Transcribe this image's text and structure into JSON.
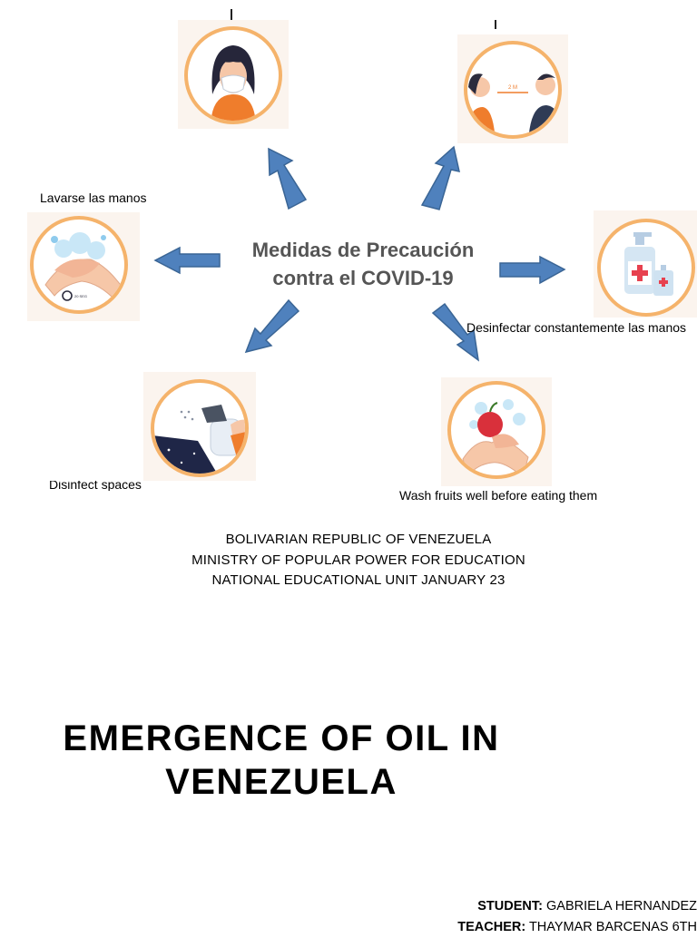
{
  "infographic": {
    "title_line1": "Medidas de Precaución",
    "title_line2": "contra el COVID-19",
    "items": [
      {
        "label": "",
        "icon": "face-mask-icon"
      },
      {
        "label": "",
        "icon": "social-distance-icon",
        "distance_text": "2 M"
      },
      {
        "label": "Lavarse las manos",
        "icon": "hand-washing-icon",
        "timer_text": "20 SEG"
      },
      {
        "label": "Desinfectar constantemente las manos",
        "icon": "hand-sanitizer-icon"
      },
      {
        "label": "Disinfect spaces",
        "icon": "spray-bottle-icon"
      },
      {
        "label": "Wash fruits well before eating them",
        "icon": "fruit-washing-icon"
      }
    ],
    "colors": {
      "arrow": "#4f81bd",
      "arrow_border": "#3a6595",
      "ring": "#f5b36b",
      "title": "#555555"
    }
  },
  "header": {
    "line1": "BOLIVARIAN REPUBLIC OF VENEZUELA",
    "line2": "MINISTRY OF POPULAR POWER FOR EDUCATION",
    "line3": "NATIONAL EDUCATIONAL UNIT JANUARY 23"
  },
  "document": {
    "title_line1": "EMERGENCE OF OIL IN",
    "title_line2": "VENEZUELA"
  },
  "credits": {
    "student_label": "STUDENT:",
    "student_name": "GABRIELA HERNANDEZ",
    "teacher_label": "TEACHER:",
    "teacher_name": "THAYMAR BARCENAS 6TH"
  }
}
